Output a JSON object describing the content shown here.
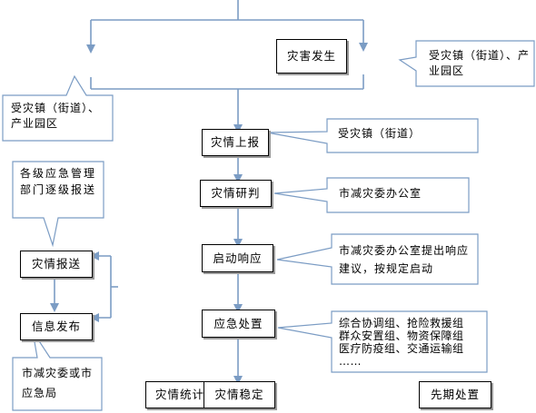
{
  "process": {
    "disaster_occurs": "灾害发生",
    "report": "灾情上报",
    "analyze": "灾情研判",
    "start_response": "启动响应",
    "emergency_handling": "应急处置",
    "stabilize": "灾情稳定",
    "statistics": "灾情统计",
    "later_handling": "先期处置"
  },
  "left_process": {
    "disaster_report_send": "灾情报送",
    "info_release": "信息发布"
  },
  "callouts": {
    "disaster_town_right_top": "受灾镇（街道）、产业园区",
    "disaster_town_left": "受灾镇（街道）、产业园区",
    "report_responsible": "受灾镇（街道）",
    "analyze_responsible": "市减灾委办公室",
    "response_responsible": "市减灾委办公室提出响应建议，按规定启动",
    "handling_groups": [
      "综合协调组、抢险救援组",
      "群众安置组、物资保障组",
      "医疗防疫组、交通运输组",
      "……"
    ],
    "graded_report": "各级应急管理部门逐级报送",
    "release_responsible": "市减灾委或市应急局"
  },
  "colors": {
    "connector": "#7b9cc4",
    "box_border": "#000000",
    "shadow": "#9a9a9a"
  }
}
